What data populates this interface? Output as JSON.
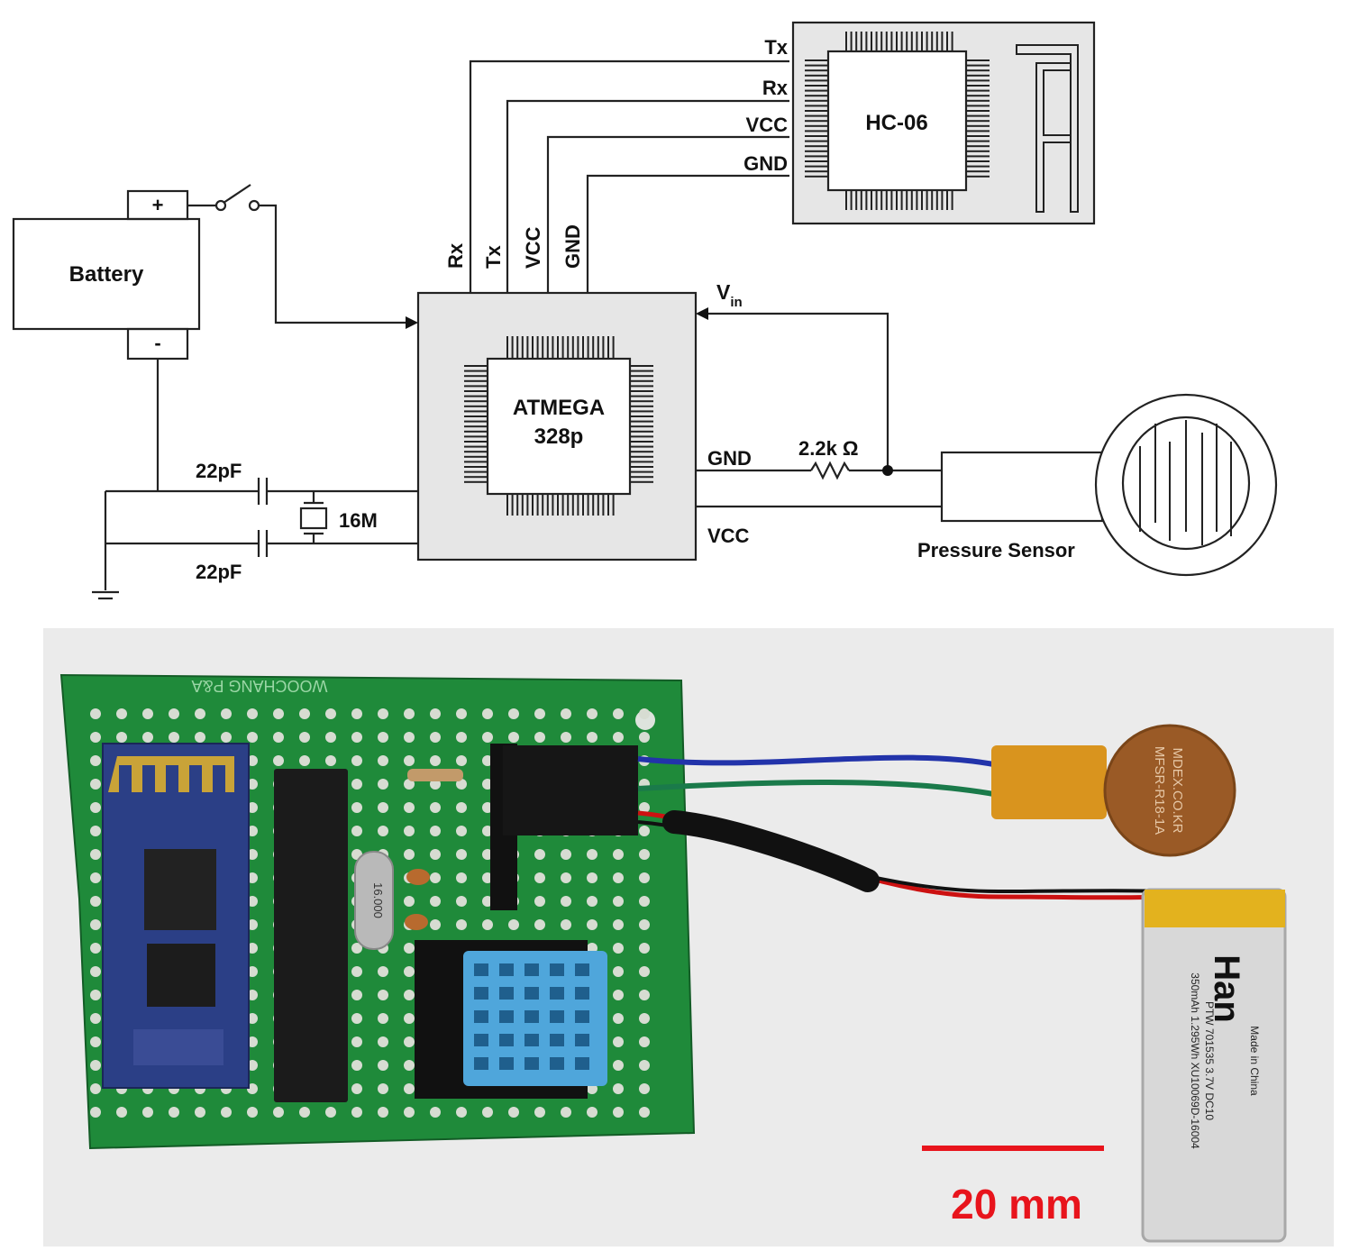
{
  "schematic": {
    "battery": {
      "label": "Battery",
      "plus": "+",
      "minus": "-"
    },
    "mcu": {
      "line1": "ATMEGA",
      "line2": "328p"
    },
    "bt_module": {
      "label": "HC-06",
      "pins": [
        "Tx",
        "Rx",
        "VCC",
        "GND"
      ]
    },
    "mcu_top_pins": [
      "Rx",
      "Tx",
      "VCC",
      "GND"
    ],
    "vin": {
      "main": "V",
      "sub": "in"
    },
    "gnd_label": "GND",
    "vcc_label": "VCC",
    "resistor_label": "2.2k Ω",
    "cap_top": "22pF",
    "cap_bottom": "22pF",
    "crystal": "16M",
    "sensor_label": "Pressure Sensor"
  },
  "photo": {
    "board_silk": "WOOCHANG P&A",
    "crystal_marking": "16.000",
    "sensor_text1": "MDEX.CO.KR",
    "sensor_text2": "MFSR-R18-1A",
    "battery_brand": "Han",
    "battery_made": "Made in China",
    "battery_spec1": "PTW 701535 3.7V DC10",
    "battery_spec2": "350mAh 1.295Wh XU10069D-16004",
    "scale_label": "20 mm",
    "colors": {
      "scale": "#e8141c",
      "pcb": "#1f8a3a",
      "wire_blue": "#2233aa",
      "wire_green": "#1a7a4a",
      "wire_red": "#cc1111"
    }
  }
}
